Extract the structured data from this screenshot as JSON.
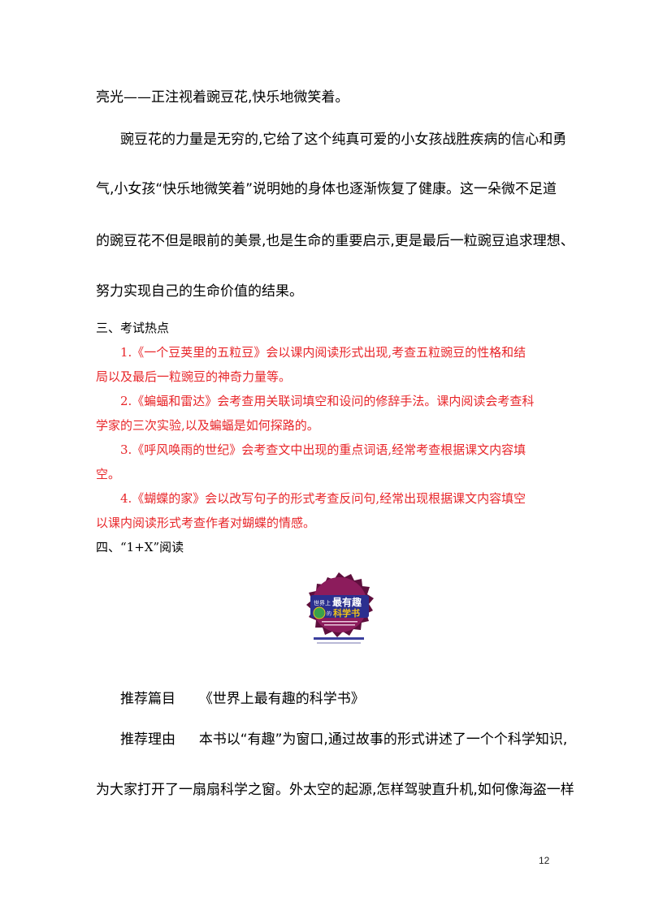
{
  "body_text": {
    "line1": "亮光——正注视着豌豆花,快乐地微笑着。",
    "line2": "豌豆花的力量是无穷的,它给了这个纯真可爱的小女孩战胜疾病的信心和勇",
    "line3": "气,小女孩“快乐地微笑着”说明她的身体也逐渐恢复了健康。这一朵微不足道",
    "line4": "的豌豆花不但是眼前的美景,也是生命的重要启示,更是最后一粒豌豆追求理想、",
    "line5": "努力实现自己的生命价值的结果。"
  },
  "section3": {
    "heading": "三、考试热点",
    "item1_a": "1.《一个豆荚里的五粒豆》会以课内阅读形式出现,考查五粒豌豆的性格和结",
    "item1_b": "局以及最后一粒豌豆的神奇力量等。",
    "item2_a": "2.《蝙蝠和雷达》会考查用关联词填空和设问的修辞手法。课内阅读会考查科",
    "item2_b": "学家的三次实验,以及蝙蝠是如何探路的。",
    "item3_a": "3.《呼风唤雨的世纪》会考查文中出现的重点词语,经常考查根据课文内容填",
    "item3_b": "空。",
    "item4_a": "4.《蝴蝶的家》会以改写句子的形式考查反问句,经常出现根据课文内容填空",
    "item4_b": "以课内阅读形式考查作者对蝴蝶的情感。"
  },
  "section4": {
    "heading": "四、“1+X”阅读",
    "cover": {
      "title_small": "世界上",
      "title_big": "最有趣",
      "title_small2": "的",
      "title_bottom": "科学书",
      "colors": {
        "disc": "#8c1c5c",
        "disc_dark": "#5e0f3d",
        "title_bg": "#2b2f8f",
        "accent": "#f2c318"
      }
    },
    "recommend_title_label": "推荐篇目",
    "recommend_title": "《世界上最有趣的科学书》",
    "reason_label": "推荐理由",
    "reason_line1": "本书以“有趣”为窗口,通过故事的形式讲述了一个个科学知识,",
    "reason_line2": "为大家打开了一扇扇科学之窗。外太空的起源,怎样驾驶直升机,如何像海盗一样"
  },
  "page_number": "12"
}
